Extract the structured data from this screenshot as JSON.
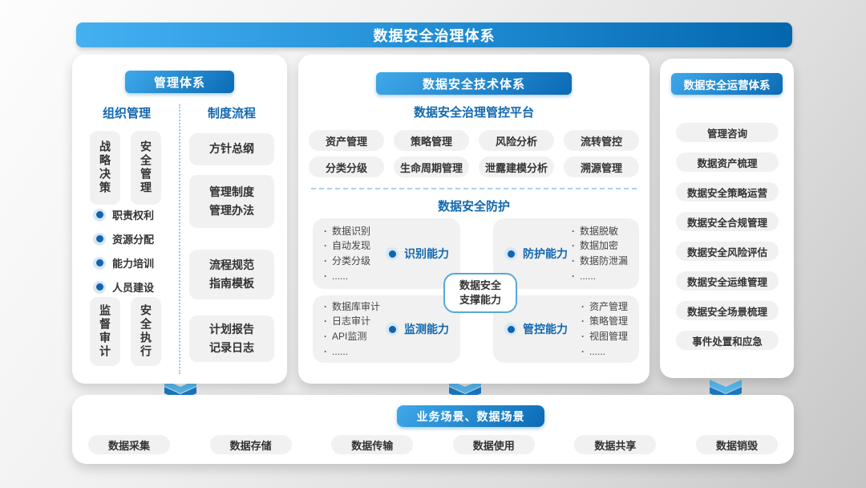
{
  "colors": {
    "accent_blue": "#1268b0",
    "banner_gradient_start": "#45b0f0",
    "banner_gradient_end": "#0467ae",
    "badge_gradient_start": "#3fa9ea",
    "badge_gradient_end": "#0b6ab5",
    "box_gray": "#f1f1f1",
    "chevron_light": "#56b9ef",
    "chevron_dark": "#1a7ac6"
  },
  "icons": {
    "flow_arrow": "double-chevron-down-icon",
    "capability_marker": "dot-ring-icon"
  },
  "banner": {
    "title": "数据安全治理体系"
  },
  "left_panel": {
    "badge": "管理体系",
    "org": {
      "header": "组织管理",
      "top_boxes": [
        "战略决策",
        "安全管理"
      ],
      "bullets": [
        "职责权利",
        "资源分配",
        "能力培训",
        "人员建设"
      ],
      "bottom_boxes": [
        "监督审计",
        "安全执行"
      ]
    },
    "process": {
      "header": "制度流程",
      "boxes": [
        {
          "lines": [
            "方针总纲"
          ]
        },
        {
          "lines": [
            "管理制度",
            "管理办法"
          ]
        },
        {
          "lines": [
            "流程规范",
            "指南模板"
          ]
        },
        {
          "lines": [
            "计划报告",
            "记录日志"
          ]
        }
      ]
    }
  },
  "middle_panel": {
    "badge": "数据安全技术体系",
    "platform_title": "数据安全治理管控平台",
    "platform_items": [
      "资产管理",
      "策略管理",
      "风险分析",
      "流转管控",
      "分类分级",
      "生命周期管理",
      "泄露建模分析",
      "溯源管理"
    ],
    "protection_title": "数据安全防护",
    "capabilities": [
      {
        "label": "识别能力",
        "items": [
          "数据识别",
          "自动发现",
          "分类分级",
          "......"
        ]
      },
      {
        "label": "防护能力",
        "items": [
          "数据脱敏",
          "数据加密",
          "数据防泄漏",
          "......"
        ]
      },
      {
        "label": "监测能力",
        "items": [
          "数据库审计",
          "日志审计",
          "API监测",
          "......"
        ]
      },
      {
        "label": "管控能力",
        "items": [
          "资产管理",
          "策略管理",
          "视图管理",
          "......"
        ]
      }
    ],
    "support_box": {
      "lines": [
        "数据安全",
        "支撑能力"
      ]
    }
  },
  "right_panel": {
    "badge": "数据安全运营体系",
    "items": [
      "管理咨询",
      "数据资产梳理",
      "数据安全策略运营",
      "数据安全合规管理",
      "数据安全风险评估",
      "数据安全运维管理",
      "数据安全场景梳理",
      "事件处置和应急"
    ]
  },
  "bottom_bar": {
    "badge": "业务场景、数据场景",
    "items": [
      "数据采集",
      "数据存储",
      "数据传输",
      "数据使用",
      "数据共享",
      "数据销毁"
    ]
  }
}
